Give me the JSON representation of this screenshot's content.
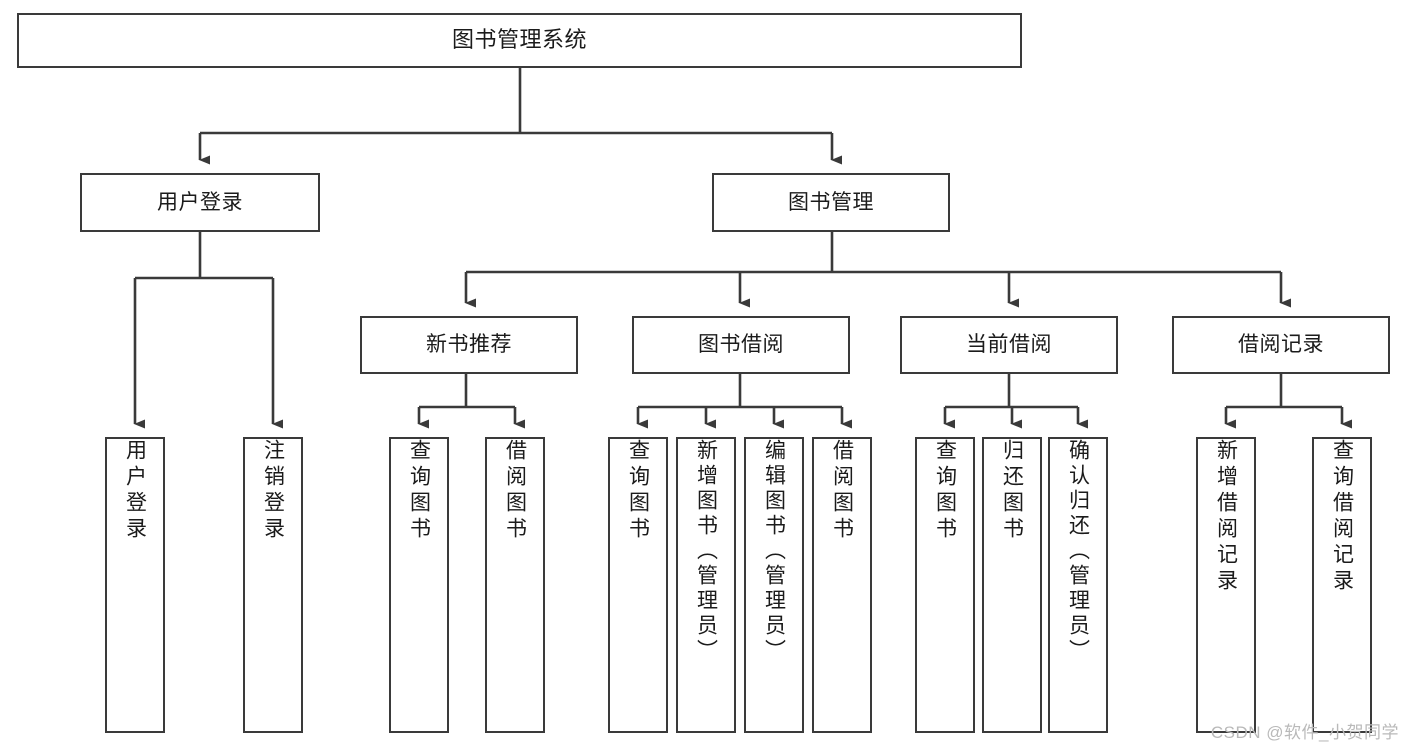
{
  "diagram": {
    "type": "tree-hierarchy-chart",
    "title": "图书管理系统",
    "stroke_color": "#3a3a3a",
    "background_color": "#ffffff",
    "root": {
      "label": "图书管理系统",
      "children": [
        {
          "label": "用户登录",
          "children": [
            {
              "label": "用户登录"
            },
            {
              "label": "注销登录"
            }
          ]
        },
        {
          "label": "图书管理",
          "children": [
            {
              "label": "新书推荐",
              "children": [
                {
                  "label": "查询图书"
                },
                {
                  "label": "借阅图书"
                }
              ]
            },
            {
              "label": "图书借阅",
              "children": [
                {
                  "label": "查询图书"
                },
                {
                  "label": "新增图书（管理员）"
                },
                {
                  "label": "编辑图书（管理员）"
                },
                {
                  "label": "借阅图书"
                }
              ]
            },
            {
              "label": "当前借阅",
              "children": [
                {
                  "label": "查询图书"
                },
                {
                  "label": "归还图书"
                },
                {
                  "label": "确认归还（管理员）"
                }
              ]
            },
            {
              "label": "借阅记录",
              "children": [
                {
                  "label": "新增借阅记录"
                },
                {
                  "label": "查询借阅记录"
                }
              ]
            }
          ]
        }
      ]
    }
  },
  "nodes": {
    "root_title": "图书管理系统",
    "user_login": "用户登录",
    "book_manage": "图书管理",
    "new_book_rec": "新书推荐",
    "book_borrow": "图书借阅",
    "current_borrow": "当前借阅",
    "borrow_record": "借阅记录",
    "leaf_user_login": "用户登录",
    "leaf_logout": "注销登录",
    "leaf_query_book_1": "查询图书",
    "leaf_borrow_book_1": "借阅图书",
    "leaf_query_book_2": "查询图书",
    "leaf_add_book_admin": "新增图书（管理员）",
    "leaf_edit_book_admin": "编辑图书（管理员）",
    "leaf_borrow_book_2": "借阅图书",
    "leaf_query_book_3": "查询图书",
    "leaf_return_book": "归还图书",
    "leaf_confirm_return_admin": "确认归还（管理员）",
    "leaf_add_record": "新增借阅记录",
    "leaf_query_record": "查询借阅记录"
  },
  "watermark": {
    "text": "CSDN @软件_小贺同学"
  }
}
